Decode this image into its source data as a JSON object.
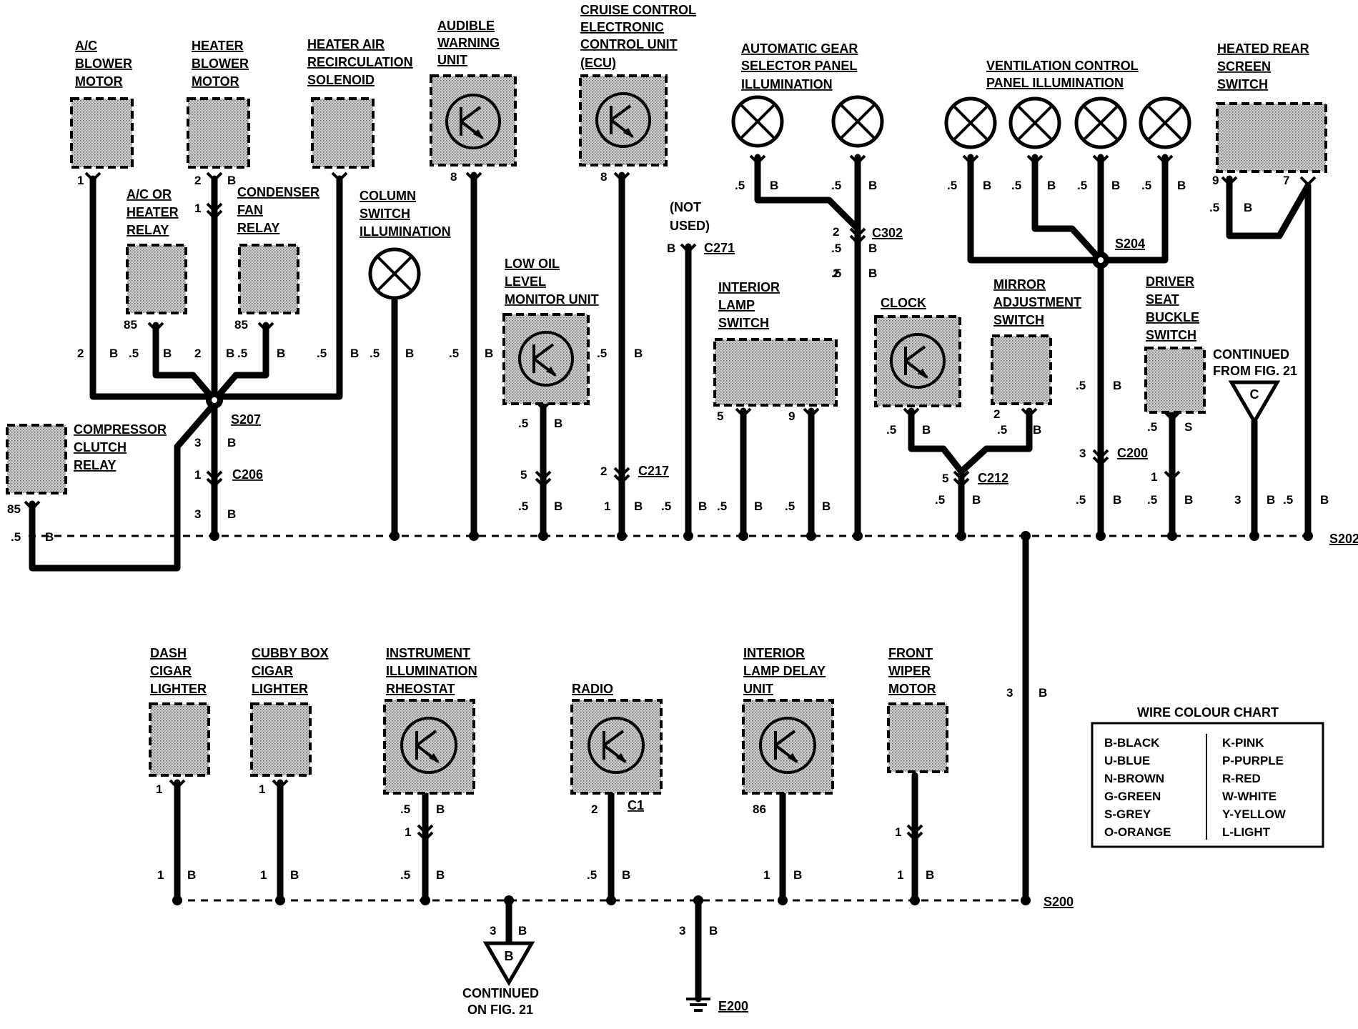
{
  "components": {
    "ac_blower": [
      "A/C",
      "BLOWER",
      "MOTOR"
    ],
    "heater_blower": [
      "HEATER",
      "BLOWER",
      "MOTOR"
    ],
    "recirc": [
      "HEATER AIR",
      "RECIRCULATION",
      "SOLENOID"
    ],
    "audible": [
      "AUDIBLE",
      "WARNING",
      "UNIT"
    ],
    "cruise": [
      "CRUISE CONTROL",
      "ELECTRONIC",
      "CONTROL UNIT",
      "(ECU)"
    ],
    "gear": [
      "AUTOMATIC GEAR",
      "SELECTOR PANEL",
      "ILLUMINATION"
    ],
    "vent": [
      "VENTILATION CONTROL",
      "PANEL ILLUMINATION"
    ],
    "heated_rear": [
      "HEATED REAR",
      "SCREEN",
      "SWITCH"
    ],
    "ac_relay": [
      "A/C OR",
      "HEATER",
      "RELAY"
    ],
    "cond_relay": [
      "CONDENSER",
      "FAN",
      "RELAY"
    ],
    "column": [
      "COLUMN",
      "SWITCH",
      "ILLUMINATION"
    ],
    "not_used": [
      "(NOT",
      "USED)"
    ],
    "low_oil": [
      "LOW OIL",
      "LEVEL",
      "MONITOR UNIT"
    ],
    "interior_lamp": [
      "INTERIOR",
      "LAMP",
      "SWITCH"
    ],
    "clock": [
      "CLOCK"
    ],
    "mirror": [
      "MIRROR",
      "ADJUSTMENT",
      "SWITCH"
    ],
    "driver_seat": [
      "DRIVER",
      "SEAT",
      "BUCKLE",
      "SWITCH"
    ],
    "compressor": [
      "COMPRESSOR",
      "CLUTCH",
      "RELAY"
    ],
    "dash_lighter": [
      "DASH",
      "CIGAR",
      "LIGHTER"
    ],
    "cubby_lighter": [
      "CUBBY BOX",
      "CIGAR",
      "LIGHTER"
    ],
    "rheostat": [
      "INSTRUMENT",
      "ILLUMINATION",
      "RHEOSTAT"
    ],
    "radio": [
      "RADIO"
    ],
    "lamp_delay": [
      "INTERIOR",
      "LAMP DELAY",
      "UNIT"
    ],
    "wiper": [
      "FRONT",
      "WIPER",
      "MOTOR"
    ]
  },
  "connectors": {
    "s207": "S207",
    "c206": "C206",
    "c217": "C217",
    "c271": "C271",
    "c302": "C302",
    "s204": "S204",
    "c200": "C200",
    "c212": "C212",
    "s202": "S202",
    "s200": "S200",
    "e200": "E200",
    "c1": "C1"
  },
  "continuations": {
    "from_c": [
      "CONTINUED",
      "FROM FIG. 21"
    ],
    "c_letter": "C",
    "on_b": [
      "CONTINUED",
      "ON FIG. 21"
    ],
    "b_letter": "B"
  },
  "legend": {
    "title": "WIRE COLOUR CHART",
    "left": [
      "B-BLACK",
      "U-BLUE",
      "N-BROWN",
      "G-GREEN",
      "S-GREY",
      "O-ORANGE"
    ],
    "right": [
      "K-PINK",
      "P-PURPLE",
      "R-RED",
      "W-WHITE",
      "Y-YELLOW",
      "L-LIGHT"
    ]
  },
  "wire_labels": {
    "w1": "1",
    "w2": "2",
    "w3": "B",
    "w4": "1",
    "w5": "8",
    "w6": "8",
    "w7": ".5",
    "w8": "B",
    "w9": ".5",
    "w10": "B",
    "w11": ".5",
    "w12": "B",
    "w13": ".5",
    "w14": "B",
    "w15": ".5",
    "w16": "B",
    "w17": ".5",
    "w18": "B",
    "w19": "9",
    "w20": "7",
    "w21": ".5",
    "w22": "B",
    "w23": "2",
    "w24": "B",
    "w25": "B",
    "w26": "2",
    "w27": ".5",
    "w28": "B",
    "w29": "85",
    "w30": "85",
    "w31": "2",
    "w32": "B",
    "w33": ".5",
    "w34": "B",
    "w35": "2",
    "w36": "B",
    "w37": ".5",
    "w38": "B",
    "w39": ".5",
    "w40": "B",
    "w41": ".5",
    "w42": "B",
    "w43": ".5",
    "w44": "B",
    "w45": ".5",
    "w46": "B",
    "w47": "3",
    "w48": "B",
    "w49": "1",
    "w50": "3",
    "w51": "B",
    "w52": "85",
    "w53": ".5",
    "w54": "B",
    "w55": ".5",
    "w56": "B",
    "w57": "5",
    "w58": ".5",
    "w59": "B",
    "w60": "2",
    "w61": "1",
    "w62": "B",
    "w63": ".5",
    "w64": "B",
    "w65": ".5",
    "w66": "B",
    "w67": "5",
    "w68": "9",
    "w69": ".5",
    "w70": "B",
    "w71": ".5",
    "w72": "B",
    "w73": "2",
    "w74": ".5",
    "w75": "B",
    "w76": "5",
    "w77": ".5",
    "w78": "B",
    "w79": ".5",
    "w80": "B",
    "w81": "3",
    "w82": ".5",
    "w83": "B",
    "w84": ".5",
    "w85": "S",
    "w86": "1",
    "w87": ".5",
    "w88": "B",
    "w89": "3",
    "w90": "B",
    "w91": ".5",
    "w92": "B",
    "w93": "3",
    "w94": "B",
    "w95": "1",
    "w96": "1",
    "w97": ".5",
    "w98": "B",
    "w99": "1",
    "w100": "2",
    "w101": "86",
    "w102": "1",
    "w103": "1",
    "w104": "B",
    "w105": "1",
    "w106": "B",
    "w107": ".5",
    "w108": "B",
    "w109": ".5",
    "w110": "B",
    "w111": "1",
    "w112": "B",
    "w113": "1",
    "w114": "B",
    "w115": "3",
    "w116": "B",
    "w117": "3",
    "w118": "B",
    "w119": ".5",
    "w120": "B"
  }
}
